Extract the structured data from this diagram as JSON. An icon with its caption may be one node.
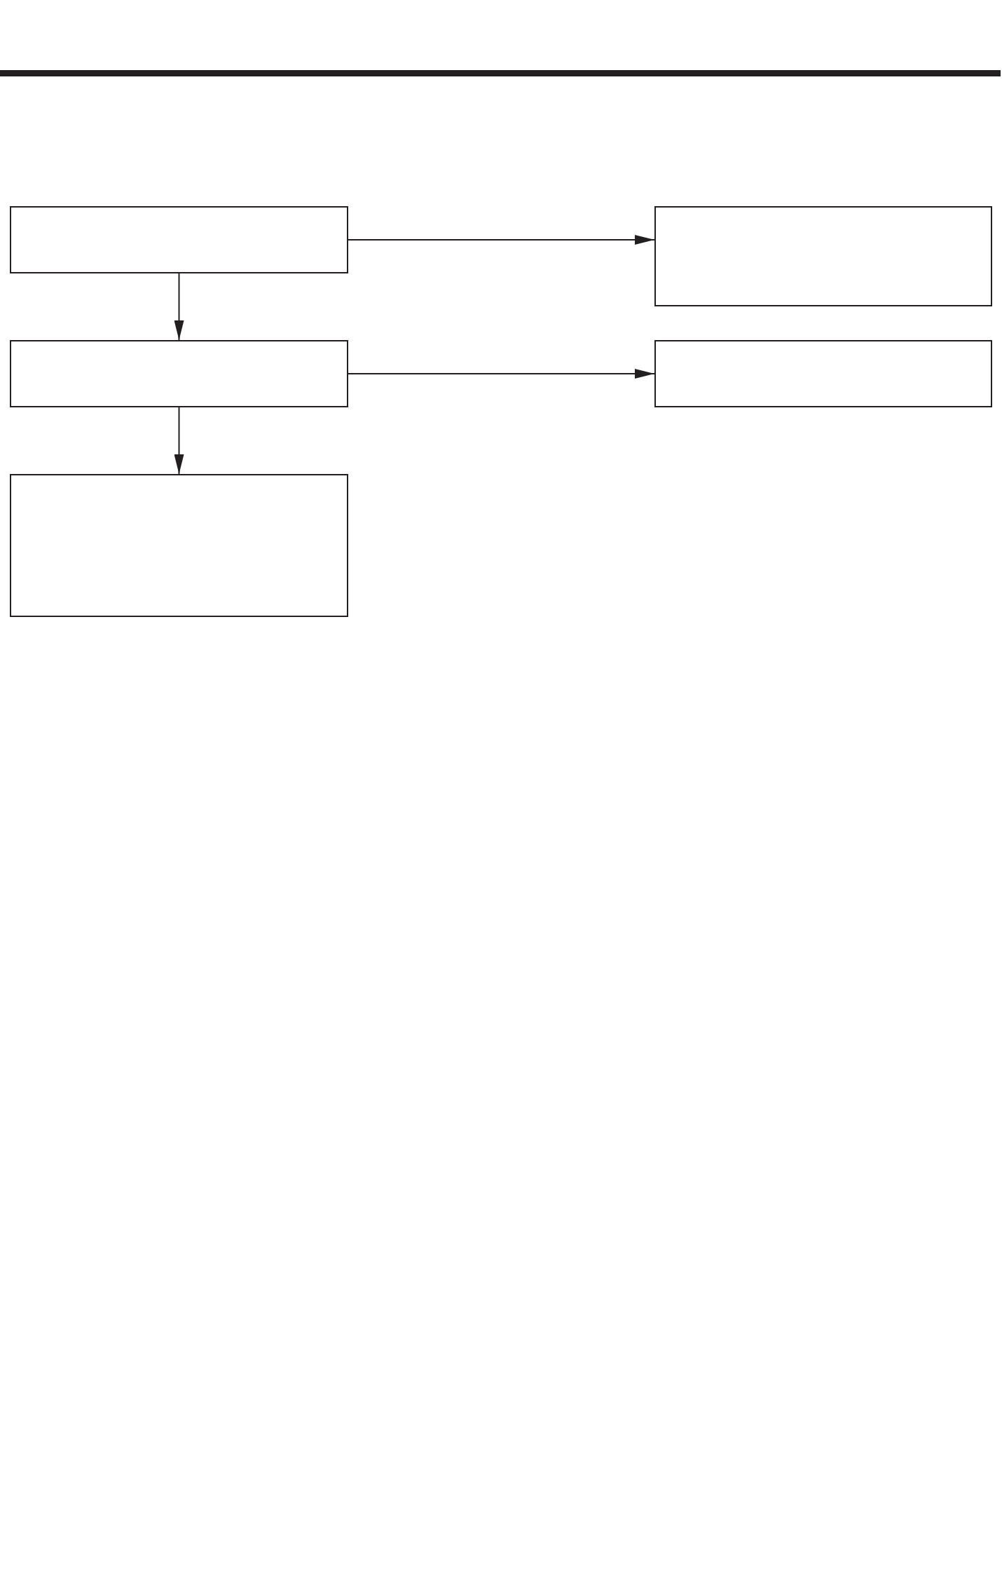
{
  "diagram": {
    "nodes": [
      {
        "text": [],
        "shape": "box"
      },
      {
        "text": [],
        "shape": "box"
      },
      {
        "text": [],
        "shape": "box"
      },
      {
        "text": [],
        "shape": "box"
      },
      {
        "text": [],
        "shape": "box"
      }
    ],
    "edges": [
      {
        "from": 0,
        "to": 1,
        "arrow": "to"
      },
      {
        "from": 0,
        "to": 2,
        "arrow": "to"
      },
      {
        "from": 2,
        "to": 3,
        "arrow": "to"
      },
      {
        "from": 2,
        "to": 4,
        "arrow": "to"
      }
    ]
  }
}
